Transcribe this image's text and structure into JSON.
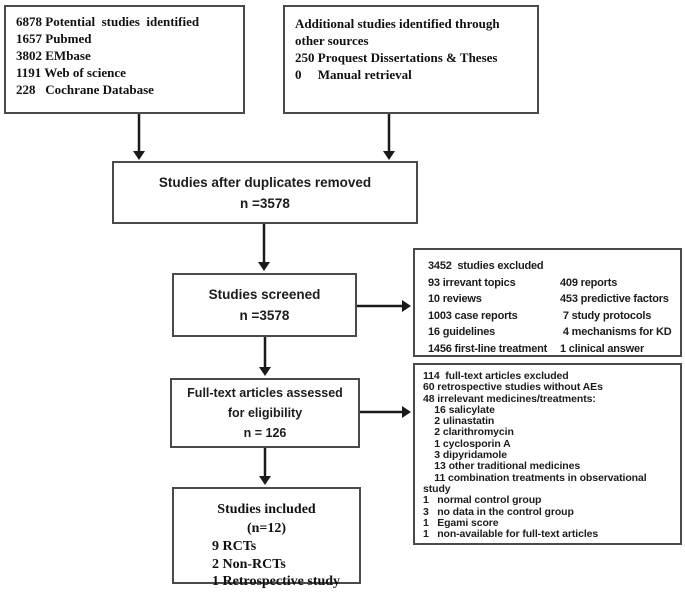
{
  "diagram": {
    "type": "prisma-flowchart",
    "colors": {
      "background": "#ffffff",
      "border": "#4a4a4a",
      "text": "#111111",
      "arrow": "#1a1a1a"
    },
    "boxes": {
      "identified": {
        "lines": [
          "6878 Potential  studies  identified",
          "1657 Pubmed",
          "3802 EMbase",
          "1191 Web of science",
          "228   Cochrane Database"
        ]
      },
      "additional": {
        "lines": [
          "Additional studies identified through",
          "other sources",
          "250 Proquest Dissertations & Theses",
          "0     Manual retrieval"
        ]
      },
      "duplicates": {
        "lines": [
          "Studies after duplicates removed",
          "n =3578"
        ]
      },
      "screened": {
        "lines": [
          "Studies screened",
          "n =3578"
        ]
      },
      "excluded_screening": {
        "title": "3452  studies excluded",
        "rows": [
          {
            "left": "93 irrevant topics",
            "right": "409 reports"
          },
          {
            "left": "10 reviews",
            "right": "453 predictive factors"
          },
          {
            "left": "1003 case reports",
            "right": " 7 study protocols"
          },
          {
            "left": "16 guidelines",
            "right": " 4 mechanisms for KD"
          },
          {
            "left": "1456 first-line treatment",
            "right": "1 clinical answer"
          }
        ]
      },
      "fulltext": {
        "lines": [
          "Full-text articles assessed",
          "for eligibility",
          "n = 126"
        ]
      },
      "excluded_fulltext": {
        "lines": [
          "114  full-text articles excluded",
          "60 retrospective studies without AEs",
          "48 irrelevant medicines/treatments:",
          "    16 salicylate",
          "    2 ulinastatin",
          "    2 clarithromycin",
          "    1 cyclosporin A",
          "    3 dipyridamole",
          "    13 other traditional medicines",
          "    11 combination treatments in observational",
          "study",
          "1   normal control group",
          "3   no data in the control group",
          "1   Egami score",
          "1   non-available for full-text articles"
        ]
      },
      "included": {
        "heading_lines": [
          "Studies included",
          "(n=12)"
        ],
        "items": [
          "9 RCTs",
          "2 Non-RCTs",
          "1 Retrospective study"
        ]
      }
    }
  }
}
